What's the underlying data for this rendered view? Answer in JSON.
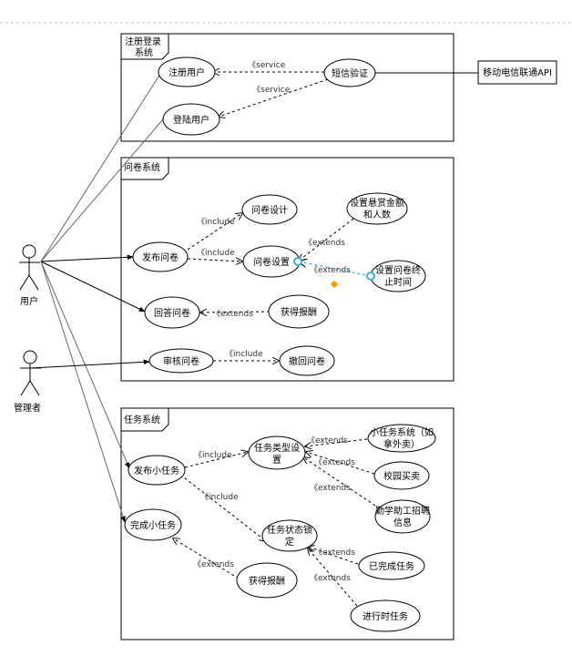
{
  "packages": {
    "register": {
      "title_line1": "注册登录",
      "title_line2": "系统"
    },
    "questionnaire": {
      "title": "问卷系统"
    },
    "task": {
      "title": "任务系统"
    }
  },
  "actors": {
    "user": "用户",
    "admin": "管理者"
  },
  "external": {
    "api": "移动电信联通API"
  },
  "usecases": {
    "register_user": "注册用户",
    "login_user": "登陆用户",
    "sms_verify": "短信验证",
    "publish_survey": "发布问卷",
    "survey_design": "问卷设计",
    "survey_settings": "问卷设置",
    "reward_amount_l1": "设置悬赏金额",
    "reward_amount_l2": "和人数",
    "end_time_l1": "设置问卷终",
    "end_time_l2": "止时间",
    "answer_survey": "回答问卷",
    "get_reward_survey": "获得报酬",
    "review_survey": "审核问卷",
    "withdraw_survey": "撤回问卷",
    "publish_task": "发布小任务",
    "complete_task": "完成小任务",
    "task_type_l1": "任务类型设",
    "task_type_l2": "置",
    "task_status_l1": "任务状态锁",
    "task_status_l2": "定",
    "get_reward_task": "获得报酬",
    "errand_l1": "小任务系统（如",
    "errand_l2": "拿外卖）",
    "campus_trade": "校园买卖",
    "work_study_l1": "勤学助工招聘",
    "work_study_l2": "信息",
    "done_task": "已完成任务",
    "ongoing_task": "进行时任务"
  },
  "relations": {
    "service": "《service",
    "include": "《include",
    "extends": "《extends"
  },
  "colors": {
    "line": "#000000",
    "gray_line": "#666666",
    "accent_point": "#3bb0e0",
    "marker": "#ff9900"
  }
}
